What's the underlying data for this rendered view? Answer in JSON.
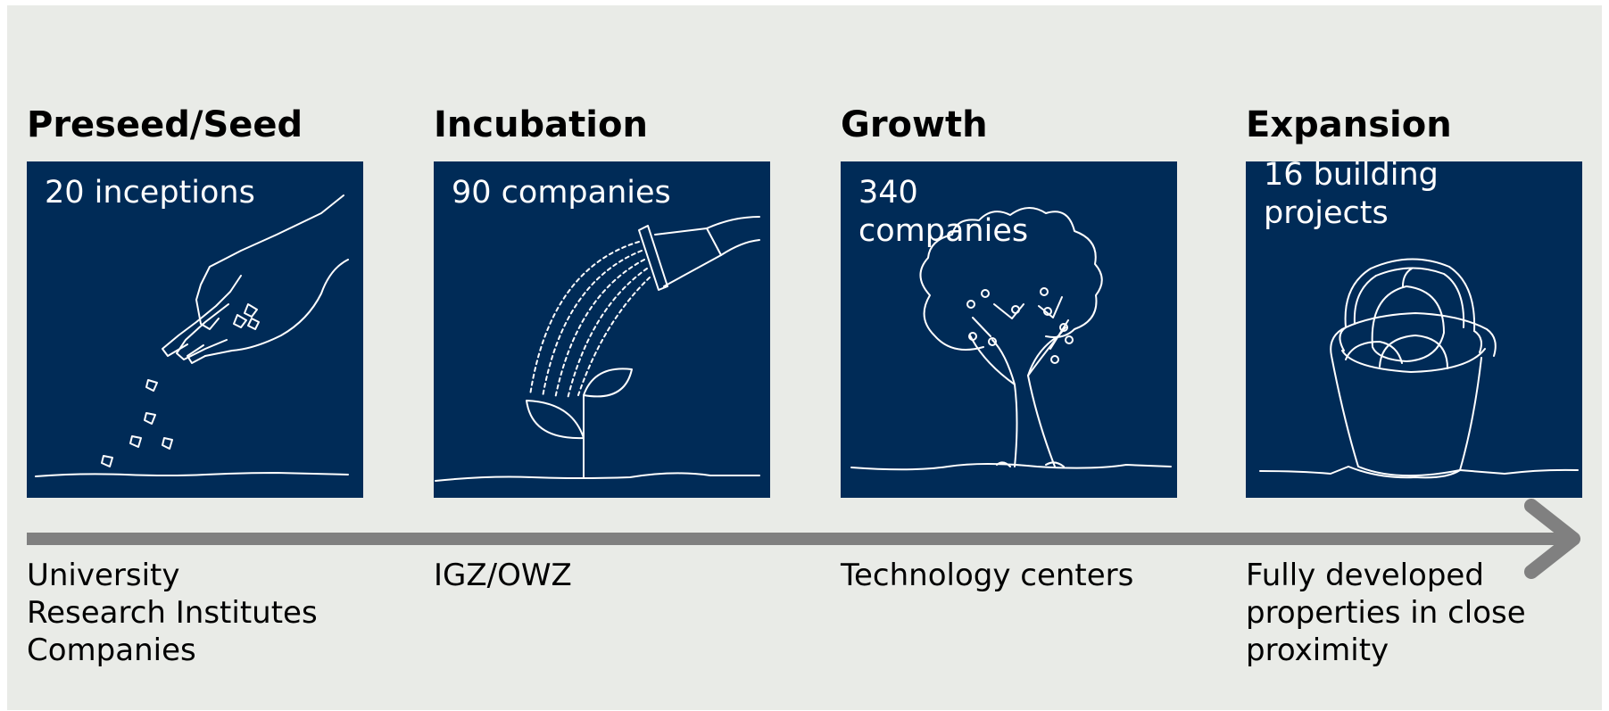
{
  "stages": [
    {
      "title": "Preseed/Seed",
      "count": "20 inceptions",
      "icon": "hand-sowing-seeds-icon",
      "description": [
        "University",
        "Research Institutes",
        "Companies"
      ]
    },
    {
      "title": "Incubation",
      "count": "90 companies",
      "icon": "watering-can-sprout-icon",
      "description": [
        "IGZ/OWZ"
      ]
    },
    {
      "title": "Growth",
      "count": "340 companies",
      "icon": "tree-icon",
      "description": [
        "Technology centers"
      ]
    },
    {
      "title": "Expansion",
      "count": "16 building projects",
      "icon": "fruit-basket-icon",
      "description": [
        "Fully developed",
        "properties in close",
        "proximity"
      ]
    }
  ],
  "colors": {
    "card": "#002b57",
    "background": "#e9ebe7",
    "arrow": "#808080"
  }
}
